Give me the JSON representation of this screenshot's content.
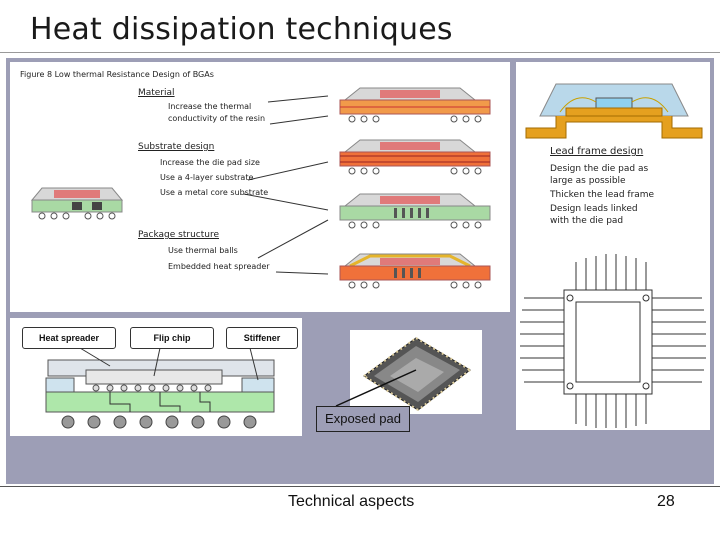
{
  "slide": {
    "title": "Heat dissipation techniques",
    "footer": "Technical aspects",
    "page_number": "28"
  },
  "figure_low_resistance": {
    "caption": "Figure 8   Low thermal Resistance Design of BGAs",
    "material_heading": "Material",
    "material_items": [
      "Increase the thermal",
      "conductivity of the resin"
    ],
    "substrate_heading": "Substrate design",
    "substrate_items": [
      "Increase the die pad size",
      "Use a 4-layer substrate",
      "Use a metal core substrate"
    ],
    "package_heading": "Package structure",
    "package_items": [
      "Use thermal balls",
      "Embedded heat spreader"
    ]
  },
  "figure_lead_frame": {
    "heading": "Lead frame design",
    "items": [
      "Design the die pad as",
      "large as possible",
      "Thicken the lead frame",
      "Design leads linked",
      "with the die pad"
    ]
  },
  "figure_flip_chip": {
    "labels": [
      "Heat spreader",
      "Flip chip",
      "Stiffener"
    ]
  },
  "figure_exposed_pad": {
    "label": "Exposed pad"
  }
}
